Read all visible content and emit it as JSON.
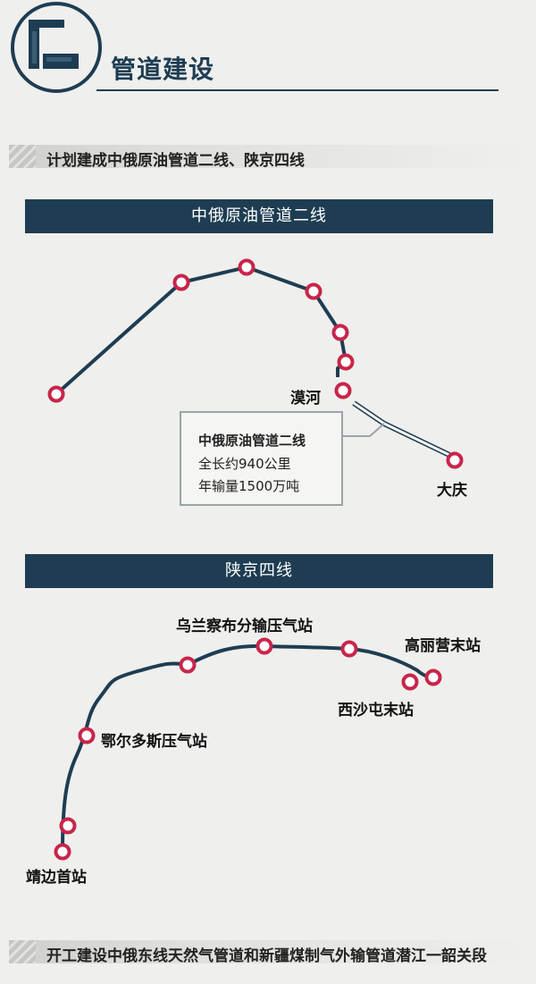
{
  "header": {
    "title": "管道建设",
    "icon": "pipe-elbow-icon"
  },
  "colors": {
    "navy": "#1e3d52",
    "station_red": "#c8254a",
    "background": "#efefed"
  },
  "section1": {
    "heading": "计划建成中俄原油管道二线、陕京四线",
    "pipeline": {
      "banner": "中俄原油管道二线",
      "labels": {
        "mohe": "漠河",
        "daqing": "大庆"
      },
      "info": {
        "line1": "中俄原油管道二线",
        "line2": "全长约940公里",
        "line3": "年输量1500万吨"
      }
    }
  },
  "section2": {
    "banner": "陕京四线",
    "labels": {
      "wulanchabu": "乌兰察布分输压气站",
      "gaoliying": "高丽营末站",
      "xishatun": "西沙屯末站",
      "eerduosi": "鄂尔多斯压气站",
      "jingbian": "靖边首站"
    }
  },
  "footer": {
    "heading": "开工建设中俄东线天然气管道和新疆煤制气外输管道潜江一韶关段"
  }
}
